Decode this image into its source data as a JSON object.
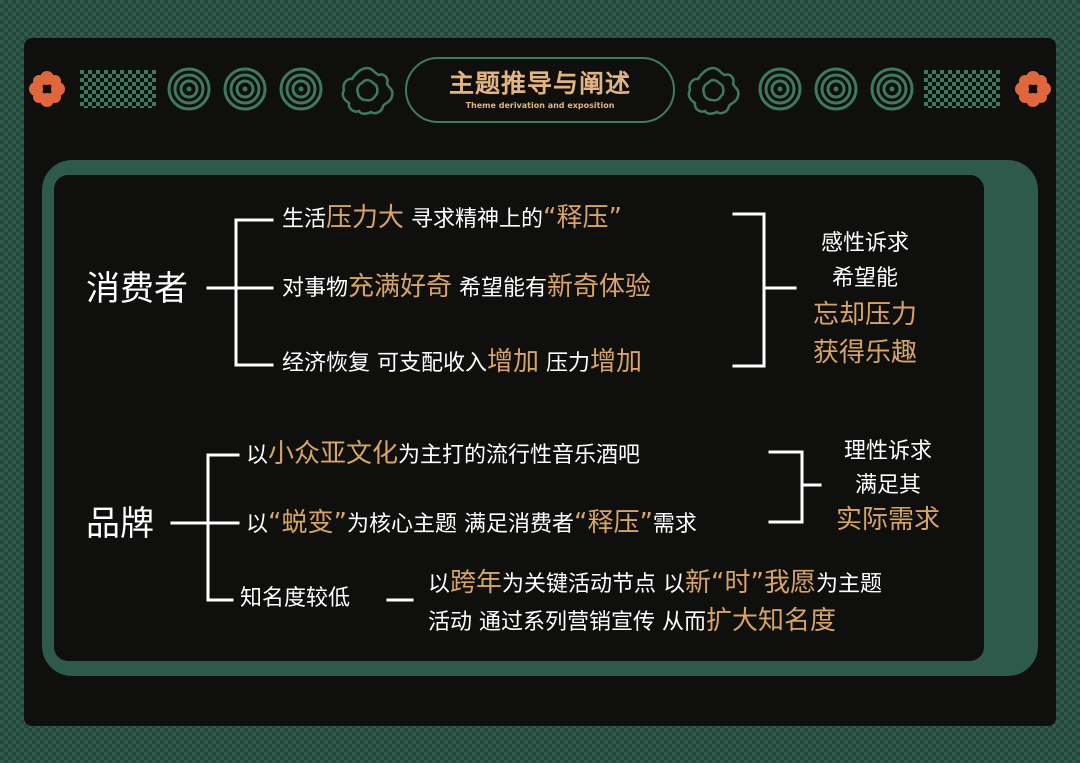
{
  "colors": {
    "accent": "#d8a465",
    "flower": "#e0663c",
    "green": "#3d7a63",
    "frame": "#0f0f0e"
  },
  "header": {
    "title": "主题推导与阐述",
    "subtitle": "Theme derivation and exposition"
  },
  "consumer": {
    "label": "消费者",
    "rows": [
      [
        {
          "text": "生活"
        },
        {
          "text": "压力大",
          "hl": true
        },
        {
          "text": " 寻求精神上的"
        },
        {
          "text": "“释压”",
          "hl": true
        }
      ],
      [
        {
          "text": "对事物"
        },
        {
          "text": "充满好奇",
          "hl": true
        },
        {
          "text": " 希望能有"
        },
        {
          "text": "新奇体验",
          "hl": true
        }
      ],
      [
        {
          "text": "经济恢复  可支配收入"
        },
        {
          "text": "增加",
          "hl": true
        },
        {
          "text": " 压力"
        },
        {
          "text": "增加",
          "hl": true
        }
      ]
    ],
    "result": {
      "line1": "感性诉求",
      "line2": "希望能",
      "line3": "忘却压力",
      "line4": "获得乐趣"
    }
  },
  "brand": {
    "label": "品牌",
    "rows": [
      [
        {
          "text": "以"
        },
        {
          "text": "小众亚文化",
          "hl": true
        },
        {
          "text": "为主打的流行性音乐酒吧"
        }
      ],
      [
        {
          "text": "以"
        },
        {
          "text": "“蜕变”",
          "hl": true
        },
        {
          "text": "为核心主题 满足消费者"
        },
        {
          "text": "“释压”",
          "hl": true
        },
        {
          "text": "需求"
        }
      ],
      [
        {
          "text": "知名度较低"
        }
      ]
    ],
    "result": {
      "line1": "理性诉求",
      "line2": "满足其",
      "line3": "实际需求"
    },
    "extra": [
      [
        {
          "text": "以"
        },
        {
          "text": "跨年",
          "hl": true
        },
        {
          "text": "为关键活动节点 以"
        },
        {
          "text": "新“时”我愿",
          "hl": true
        },
        {
          "text": "为主题"
        }
      ],
      [
        {
          "text": "活动   通过系列营销宣传  从而"
        },
        {
          "text": "扩大知名度",
          "hl": true
        }
      ]
    ]
  }
}
